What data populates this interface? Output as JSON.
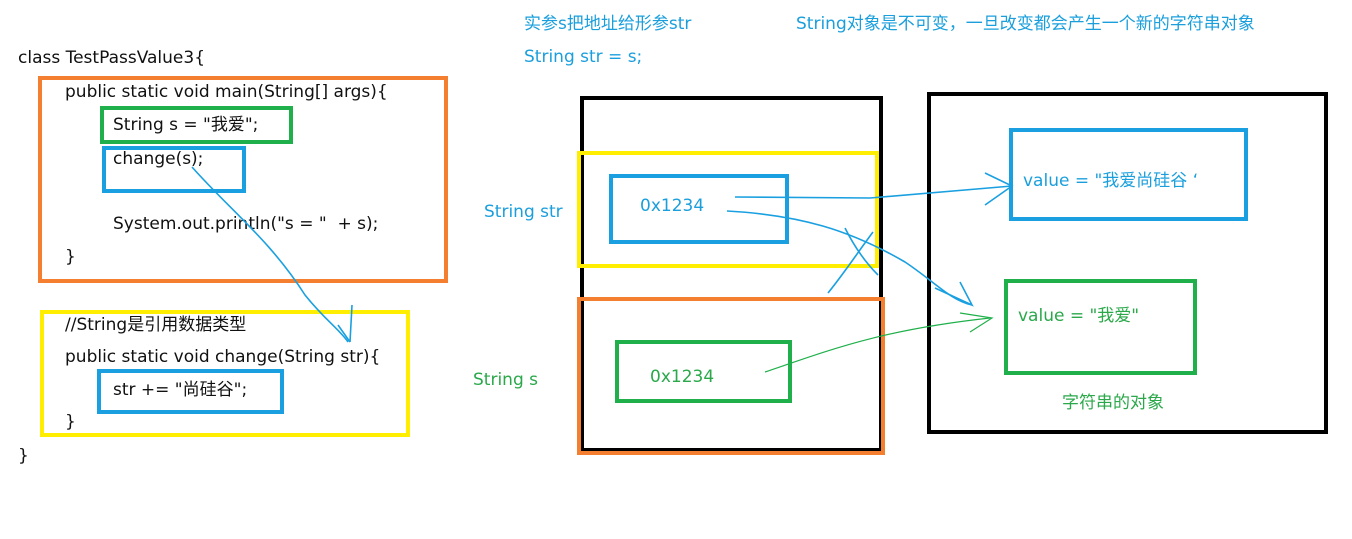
{
  "code": {
    "line_class": "class TestPassValue3{",
    "line_main": "public static void main(String[] args){",
    "line_string_s": "String s = \"我爱\";",
    "line_change": "change(s);",
    "line_println": "System.out.println(\"s = \"  + s);",
    "line_close_main": "}",
    "line_comment": "//String是引用数据类型",
    "line_change_sig": "public static void change(String str){",
    "line_str_append": "str += \"尚硅谷\";",
    "line_close_change": "}",
    "line_close_class": "}"
  },
  "notes": {
    "arg_pass_title": "实参s把地址给形参str",
    "arg_pass_code": "String str = s;",
    "immutable_note": "String对象是不可变，一旦改变都会产生一个新的字符串对象"
  },
  "stack": {
    "str_label": "String str",
    "str_addr": "0x1234",
    "s_label": "String s",
    "s_addr": "0x1234"
  },
  "heap": {
    "new_obj_value": "value = \"我爱尚硅谷 ‘",
    "orig_obj_value": "value = \"我爱\"",
    "orig_obj_caption": "字符串的对象"
  },
  "colors": {
    "orange": "#f47f30",
    "green": "#20b04b",
    "blue": "#1aa0e0",
    "yellow": "#ffee00",
    "black": "#000000",
    "text_blue": "#1a9fdc",
    "text_green": "#2aa84a"
  }
}
